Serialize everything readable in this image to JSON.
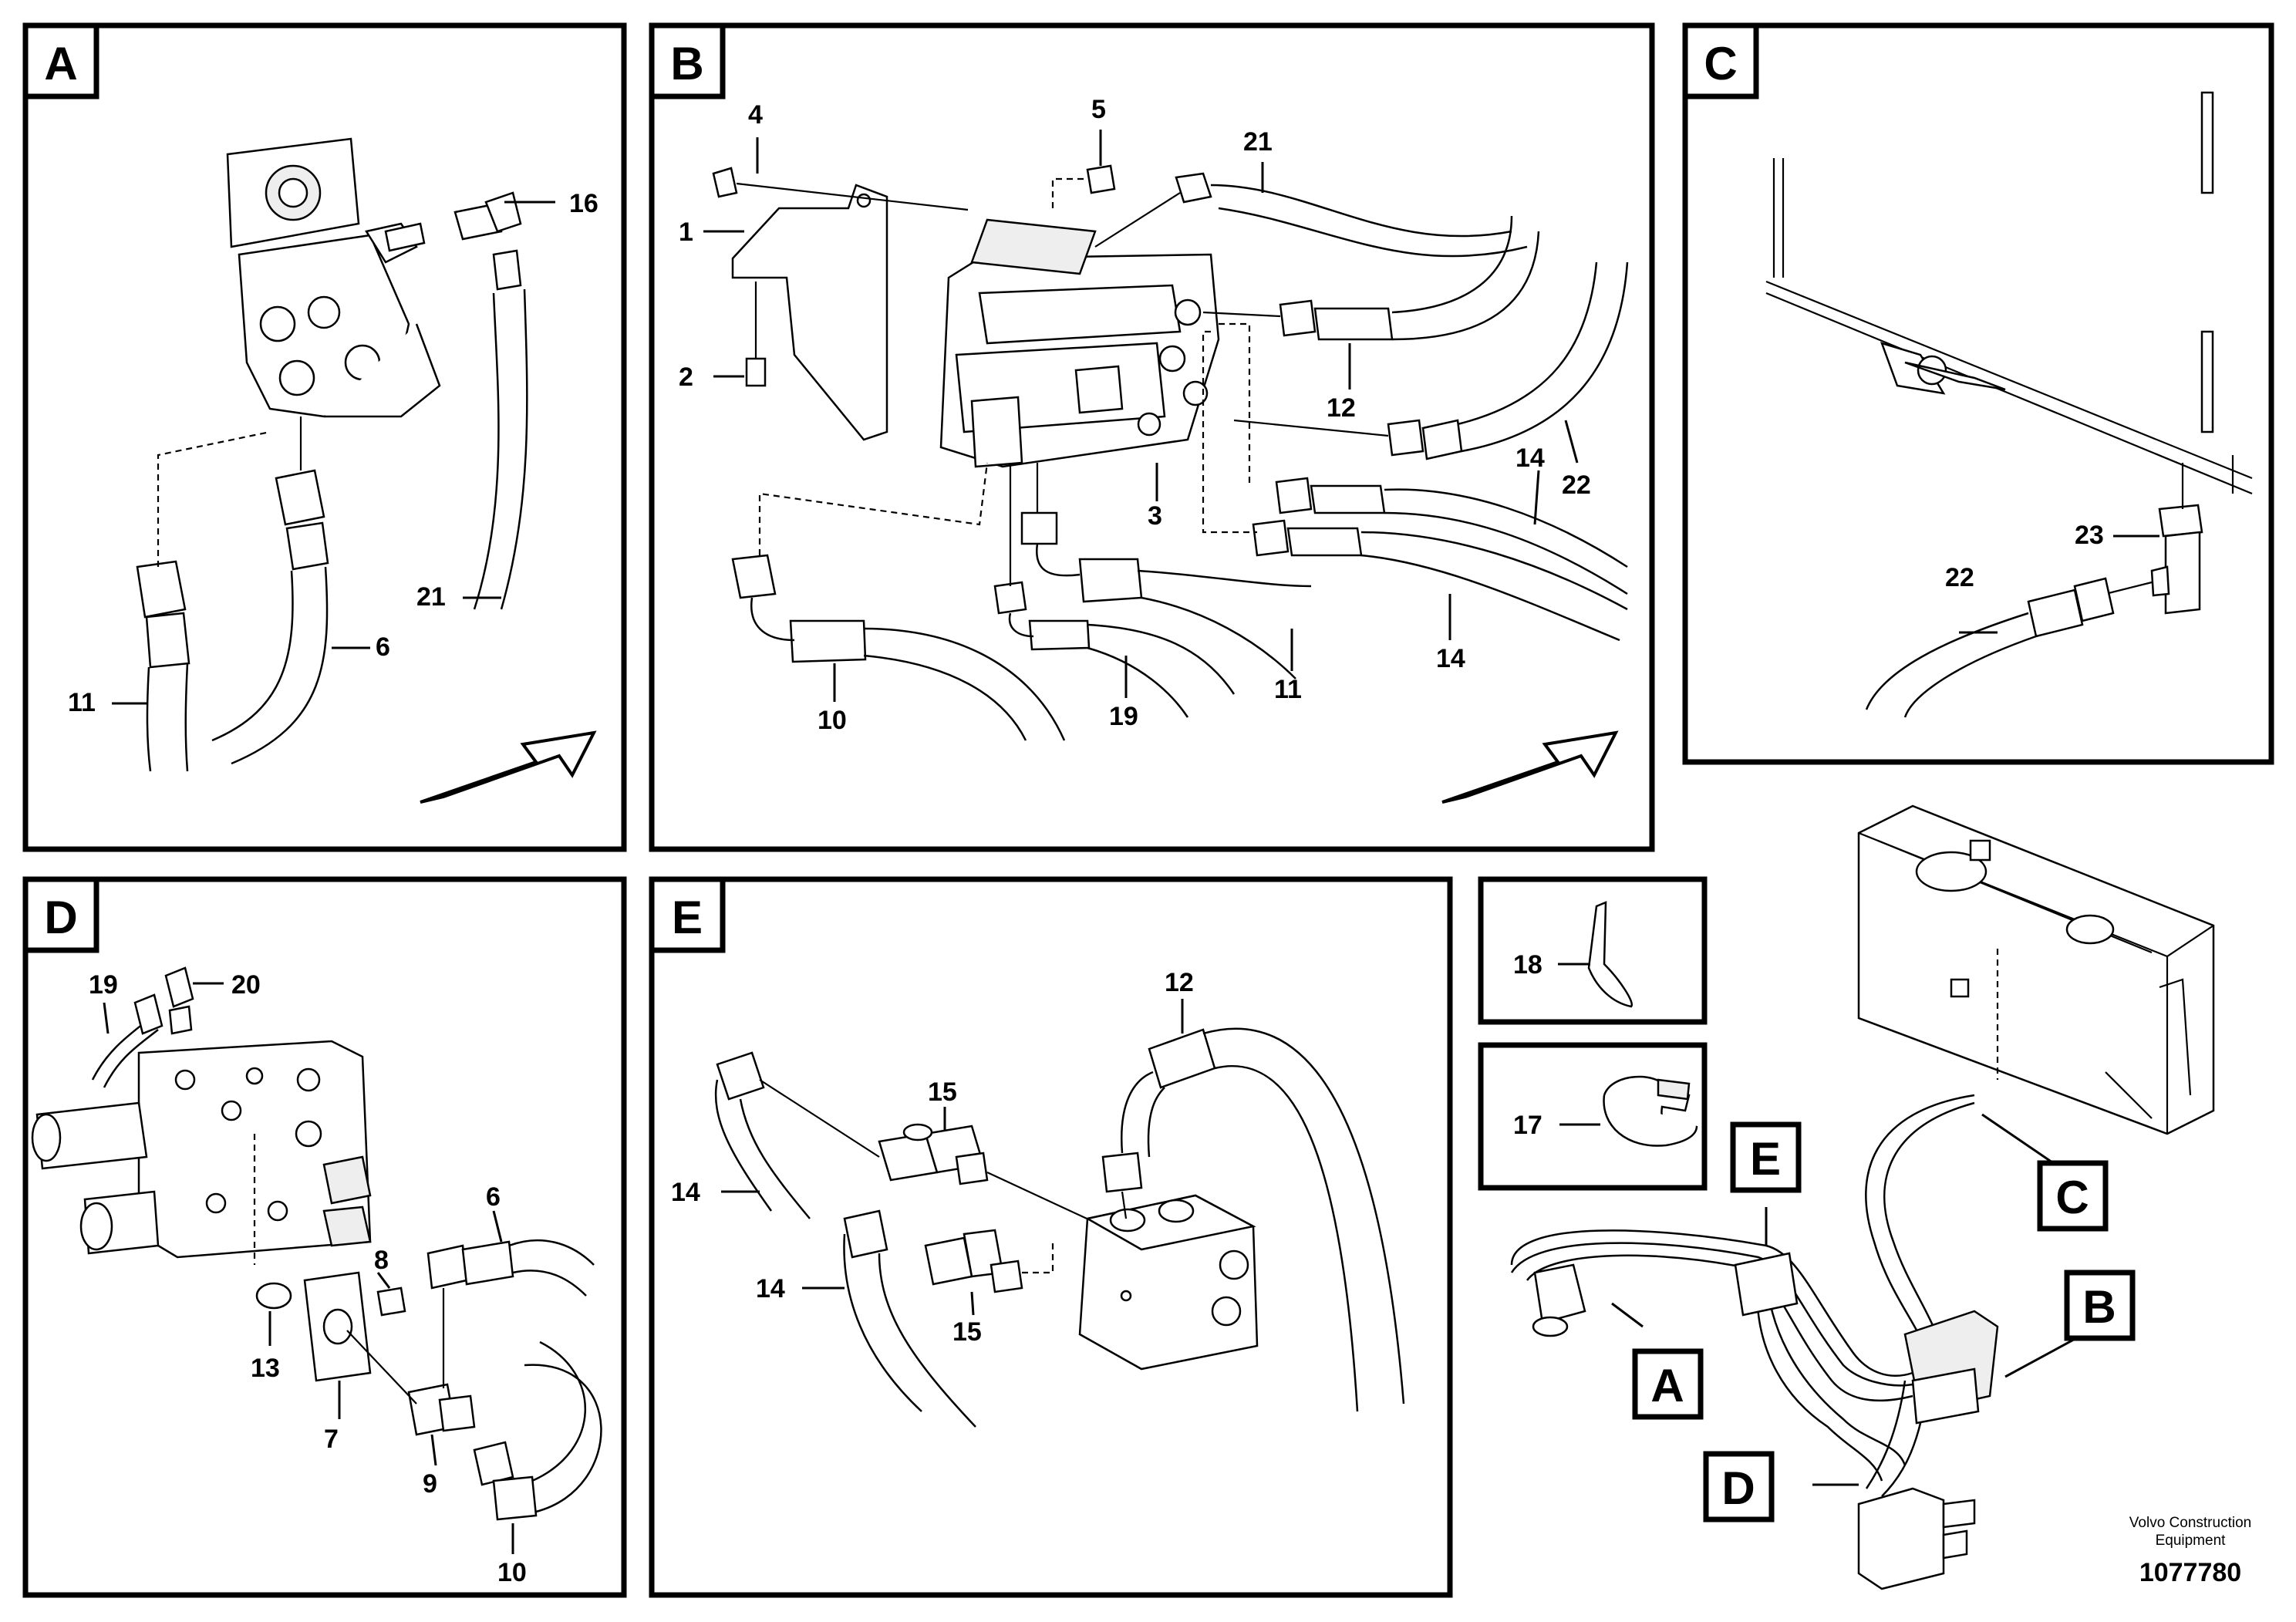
{
  "panels": [
    {
      "id": "A",
      "label": "A"
    },
    {
      "id": "B",
      "label": "B"
    },
    {
      "id": "C",
      "label": "C"
    },
    {
      "id": "D",
      "label": "D"
    },
    {
      "id": "E",
      "label": "E"
    }
  ],
  "callouts": {
    "A": [
      "16",
      "21",
      "6",
      "11"
    ],
    "B": [
      "4",
      "5",
      "21",
      "1",
      "2",
      "12",
      "3",
      "14",
      "22",
      "14",
      "10",
      "19",
      "11"
    ],
    "C": [
      "23",
      "22"
    ],
    "D": [
      "19",
      "20",
      "6",
      "8",
      "13",
      "7",
      "9",
      "10"
    ],
    "E": [
      "12",
      "15",
      "14",
      "14",
      "15"
    ],
    "clips": [
      "18",
      "17"
    ]
  },
  "overview_labels": [
    "E",
    "C",
    "B",
    "A",
    "D"
  ],
  "credit": {
    "line1": "Volvo Construction",
    "line2": "Equipment",
    "code": "1077780"
  }
}
